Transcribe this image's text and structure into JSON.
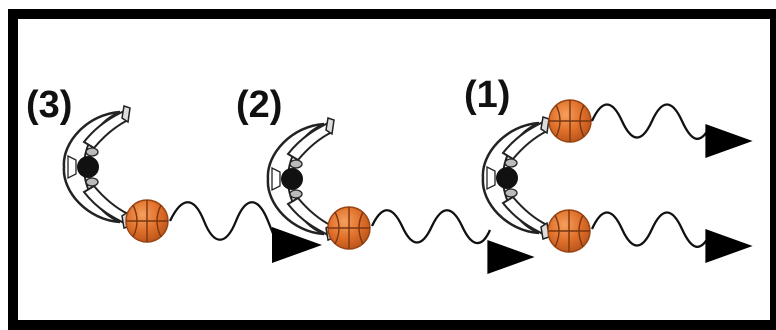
{
  "steps": [
    {
      "label": "(3)",
      "balls": 1
    },
    {
      "label": "(2)",
      "balls": 1
    },
    {
      "label": "(1)",
      "balls": 2
    }
  ],
  "colors": {
    "frame": "#000000",
    "ball": "#e0702a",
    "ball_dark": "#b8521a",
    "seam": "#7a3610",
    "wave": "#111111",
    "arrowhead": "#000000",
    "player_head": "#111111",
    "player_body": "#ffffff",
    "player_outline": "#222222"
  },
  "icons": [
    "basketball-icon",
    "player-icon",
    "pass-arrow-icon"
  ]
}
